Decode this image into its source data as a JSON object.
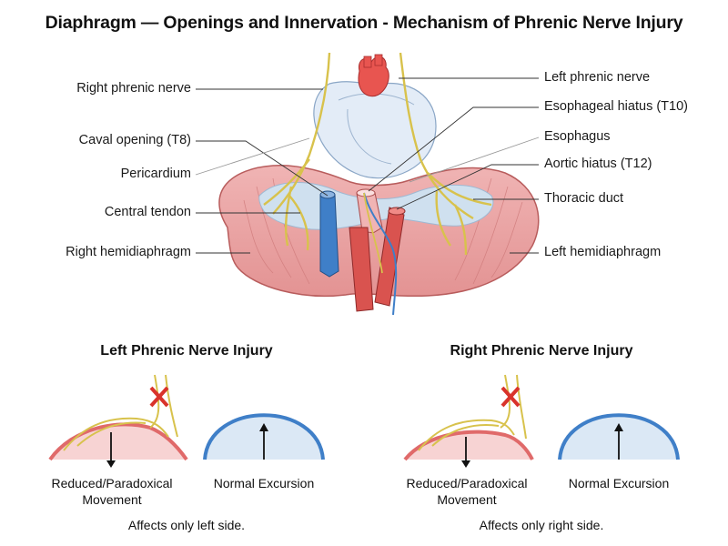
{
  "title": "Diaphragm — Openings and Innervation - Mechanism of Phrenic Nerve Injury",
  "labels_left": {
    "right_phrenic_nerve": "Right phrenic nerve",
    "caval_opening": "Caval opening (T8)",
    "pericardium": "Pericardium",
    "central_tendon": "Central tendon",
    "right_hemidiaphragm": "Right hemidiaphragm"
  },
  "labels_right": {
    "left_phrenic_nerve": "Left phrenic nerve",
    "esophageal_hiatus": "Esophageal hiatus (T10)",
    "esophagus": "Esophagus",
    "aortic_hiatus": "Aortic hiatus (T12)",
    "thoracic_duct": "Thoracic duct",
    "left_hemidiaphragm": "Left hemidiaphragm"
  },
  "panels": {
    "left": {
      "title": "Left Phrenic Nerve Injury",
      "affected_caption": "Reduced/Paradoxical Movement",
      "normal_caption": "Normal Excursion",
      "note": "Affects only left side."
    },
    "right": {
      "title": "Right Phrenic Nerve Injury",
      "affected_caption": "Reduced/Paradoxical Movement",
      "normal_caption": "Normal Excursion",
      "note": "Affects only right side."
    }
  },
  "colors": {
    "diaphragm": "#e8a3a3",
    "tendon": "#cfe0ef",
    "nerve": "#e9d66a",
    "aorta": "#d9534f",
    "ivc": "#3f7fc8",
    "heart": "#dfe9f5",
    "injury_x": "#d9332b"
  }
}
